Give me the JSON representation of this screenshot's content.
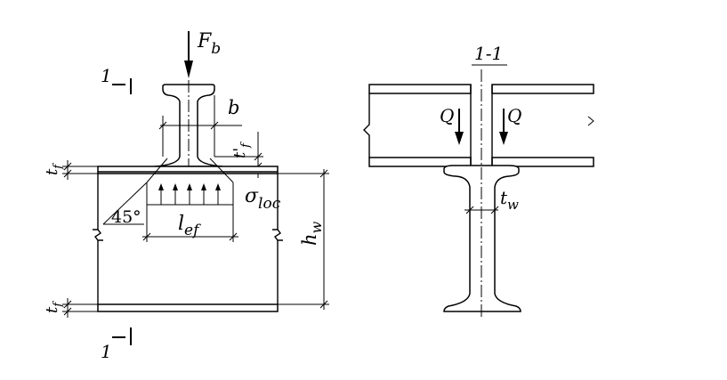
{
  "labels": {
    "force": "F",
    "force_sub": "b",
    "section_mark": "1",
    "section_title": "1-1",
    "flange_width": "b",
    "rail_flange_thickness": "t'",
    "rail_flange_thickness_sub": "f",
    "flange_thickness": "t",
    "flange_thickness_sub": "f",
    "local_stress": "σ",
    "local_stress_sub": "loc",
    "angle": "45°",
    "effective_length": "l",
    "effective_length_sub": "ef",
    "web_height": "h",
    "web_height_sub": "w",
    "shear_left": "Q",
    "shear_right": "Q",
    "web_thickness": "t",
    "web_thickness_sub": "w"
  }
}
